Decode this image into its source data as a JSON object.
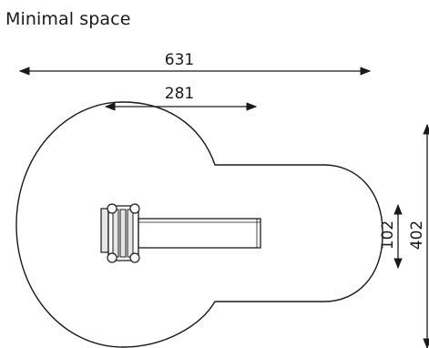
{
  "title": "Minimal space",
  "dimensions": {
    "overall_width": "631",
    "equipment_width": "281",
    "equipment_depth": "102",
    "overall_depth": "402"
  },
  "colors": {
    "line": "#1a1a1a",
    "background": "#ffffff",
    "equipment_fill": "#e6e6e6"
  }
}
